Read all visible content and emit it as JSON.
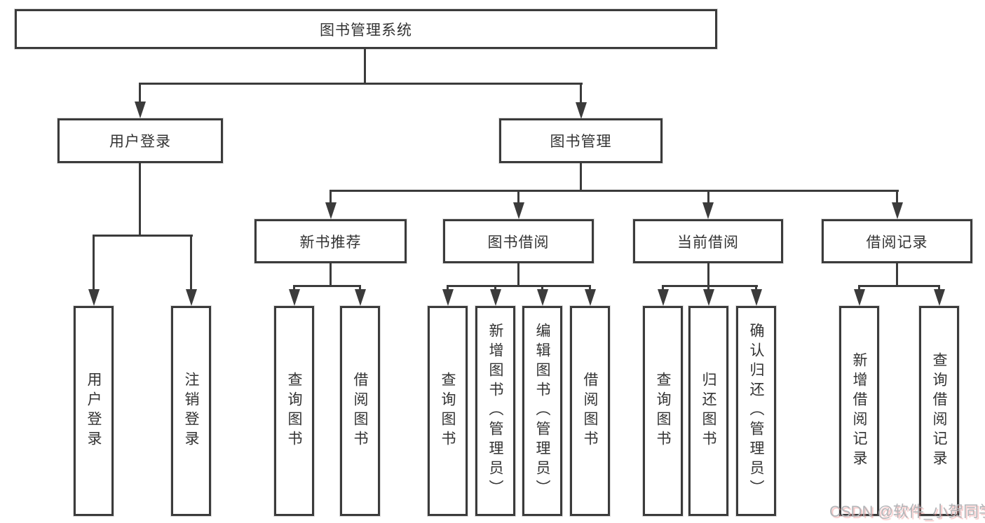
{
  "diagram_title": "图书管理系统",
  "tree": {
    "root": "图书管理系统",
    "children": [
      {
        "label": "用户登录",
        "children": [
          "用户登录",
          "注销登录"
        ]
      },
      {
        "label": "图书管理",
        "children": [
          {
            "label": "新书推荐",
            "children": [
              "查询图书",
              "借阅图书"
            ]
          },
          {
            "label": "图书借阅",
            "children": [
              "查询图书",
              "新增图书（管理员）",
              "编辑图书（管理员）",
              "借阅图书"
            ]
          },
          {
            "label": "当前借阅",
            "children": [
              "查询图书",
              "归还图书",
              "确认归还（管理员）"
            ]
          },
          {
            "label": "借阅记录",
            "children": [
              "新增借阅记录",
              "查询借阅记录"
            ]
          }
        ]
      }
    ]
  },
  "watermark": {
    "text": "CSDN @软件_小贺同学"
  },
  "colors": {
    "line": "#3b3b3b",
    "box_border": "#3b3b3b",
    "text": "#333333",
    "background": "#ffffff",
    "watermark_text": "#b2b5b8",
    "watermark_shadow": "#ee9696"
  }
}
